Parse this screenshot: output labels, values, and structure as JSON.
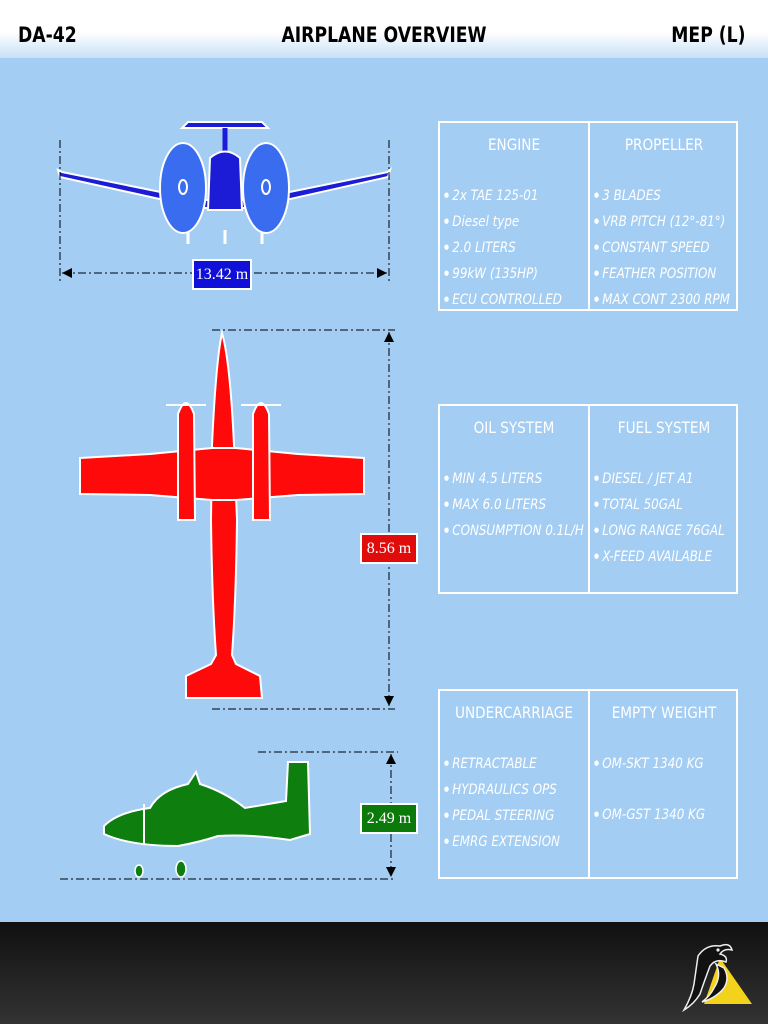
{
  "header": {
    "left": "DA-42",
    "title": "AIRPLANE OVERVIEW",
    "right": "MEP (L)"
  },
  "dimensions": {
    "wingspan": "13.42 m",
    "length": "8.56 m",
    "height": "2.49 m"
  },
  "colors": {
    "background": "#a3cdf3",
    "front_view": "#1c1cd6",
    "propeller_disk": "#3a6cf0",
    "top_view": "#ff0a0a",
    "side_view": "#0e7e0e",
    "footer": "#1a1a1a"
  },
  "panels": [
    {
      "left": {
        "title": "ENGINE",
        "items": [
          "2x TAE 125-01",
          "Diesel type",
          "2.0 LITERS",
          "99kW (135HP)",
          "ECU CONTROLLED"
        ]
      },
      "right": {
        "title": "PROPELLER",
        "items": [
          "3 BLADES",
          "VRB PITCH (12°-81°)",
          "CONSTANT SPEED",
          "FEATHER POSITION",
          "MAX CONT 2300 RPM"
        ]
      }
    },
    {
      "left": {
        "title": "OIL SYSTEM",
        "items": [
          "MIN 4.5 LITERS",
          "MAX 6.0 LITERS",
          "CONSUMPTION  0.1L/H"
        ]
      },
      "right": {
        "title": "FUEL SYSTEM",
        "items": [
          "DIESEL / JET A1",
          "TOTAL 50GAL",
          "LONG RANGE 76GAL",
          "X-FEED AVAILABLE"
        ]
      }
    },
    {
      "left": {
        "title": "UNDERCARRIAGE",
        "items": [
          "RETRACTABLE",
          "HYDRAULICS OPS",
          "PEDAL STEERING",
          "EMRG EXTENSION"
        ]
      },
      "right": {
        "title": "EMPTY WEIGHT",
        "items": [
          "OM-SKT   1340 KG",
          "OM-GST   1340 KG"
        ]
      }
    }
  ],
  "logo": {
    "icon": "eagle-logo-icon"
  }
}
